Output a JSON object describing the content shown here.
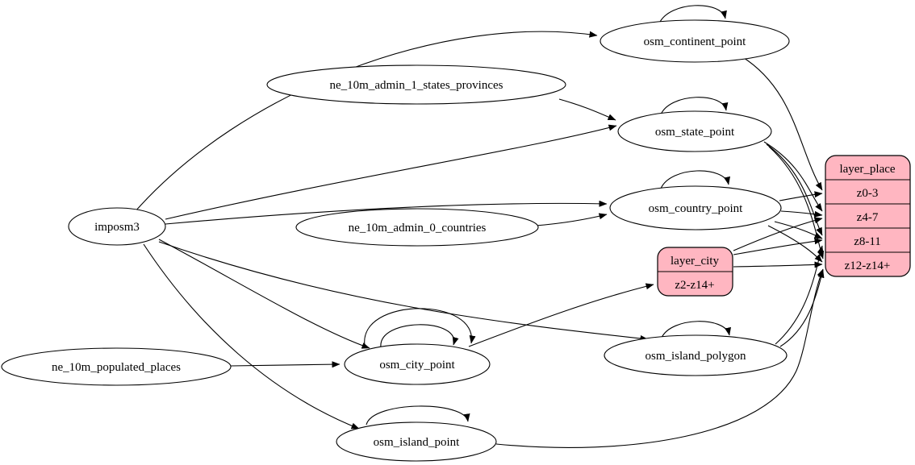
{
  "diagram": {
    "kind": "graphviz-etl-diagram",
    "background": "#ffffff",
    "colors": {
      "node_fill": "#ffffff",
      "record_fill": "#ffb6c1",
      "stroke": "#000000",
      "text": "#000000"
    },
    "nodes": {
      "imposm3": {
        "label": "imposm3",
        "shape": "ellipse"
      },
      "ne_states": {
        "label": "ne_10m_admin_1_states_provinces",
        "shape": "ellipse"
      },
      "ne_countries": {
        "label": "ne_10m_admin_0_countries",
        "shape": "ellipse"
      },
      "ne_places": {
        "label": "ne_10m_populated_places",
        "shape": "ellipse"
      },
      "continent": {
        "label": "osm_continent_point",
        "shape": "ellipse"
      },
      "state": {
        "label": "osm_state_point",
        "shape": "ellipse"
      },
      "country": {
        "label": "osm_country_point",
        "shape": "ellipse"
      },
      "city": {
        "label": "osm_city_point",
        "shape": "ellipse"
      },
      "island_polygon": {
        "label": "osm_island_polygon",
        "shape": "ellipse"
      },
      "island_point": {
        "label": "osm_island_point",
        "shape": "ellipse"
      }
    },
    "records": {
      "layer_place": {
        "title": "layer_place",
        "rows": [
          "z0-3",
          "z4-7",
          "z8-11",
          "z12-z14+"
        ]
      },
      "layer_city": {
        "title": "layer_city",
        "rows": [
          "z2-z14+"
        ]
      }
    },
    "edges": [
      {
        "from": "imposm3",
        "to": "osm_continent_point"
      },
      {
        "from": "imposm3",
        "to": "osm_state_point"
      },
      {
        "from": "imposm3",
        "to": "osm_country_point"
      },
      {
        "from": "imposm3",
        "to": "osm_city_point"
      },
      {
        "from": "imposm3",
        "to": "osm_island_polygon"
      },
      {
        "from": "imposm3",
        "to": "osm_island_point"
      },
      {
        "from": "ne_10m_admin_1_states_provinces",
        "to": "osm_state_point"
      },
      {
        "from": "ne_10m_admin_0_countries",
        "to": "osm_country_point"
      },
      {
        "from": "ne_10m_populated_places",
        "to": "osm_city_point"
      },
      {
        "from": "osm_continent_point",
        "to": "osm_continent_point"
      },
      {
        "from": "osm_state_point",
        "to": "osm_state_point"
      },
      {
        "from": "osm_country_point",
        "to": "osm_country_point"
      },
      {
        "from": "osm_city_point",
        "to": "osm_city_point"
      },
      {
        "from": "osm_city_point",
        "to": "osm_city_point"
      },
      {
        "from": "osm_island_polygon",
        "to": "osm_island_polygon"
      },
      {
        "from": "osm_island_point",
        "to": "osm_island_point"
      },
      {
        "from": "osm_continent_point",
        "to": "layer_place:z0-3"
      },
      {
        "from": "osm_country_point",
        "to": "layer_place:z0-3"
      },
      {
        "from": "osm_country_point",
        "to": "layer_place:z4-7"
      },
      {
        "from": "osm_country_point",
        "to": "layer_place:z8-11"
      },
      {
        "from": "osm_country_point",
        "to": "layer_place:z12-z14+"
      },
      {
        "from": "osm_state_point",
        "to": "layer_place:z4-7"
      },
      {
        "from": "osm_state_point",
        "to": "layer_place:z8-11"
      },
      {
        "from": "osm_state_point",
        "to": "layer_place:z12-z14+"
      },
      {
        "from": "osm_city_point",
        "to": "layer_city:z2-z14+"
      },
      {
        "from": "layer_city",
        "to": "layer_place:z4-7"
      },
      {
        "from": "layer_city",
        "to": "layer_place:z8-11"
      },
      {
        "from": "layer_city",
        "to": "layer_place:z12-z14+"
      },
      {
        "from": "osm_island_polygon",
        "to": "layer_place:z8-11"
      },
      {
        "from": "osm_island_polygon",
        "to": "layer_place:z12-z14+"
      },
      {
        "from": "osm_island_point",
        "to": "layer_place:z12-z14+"
      }
    ]
  }
}
